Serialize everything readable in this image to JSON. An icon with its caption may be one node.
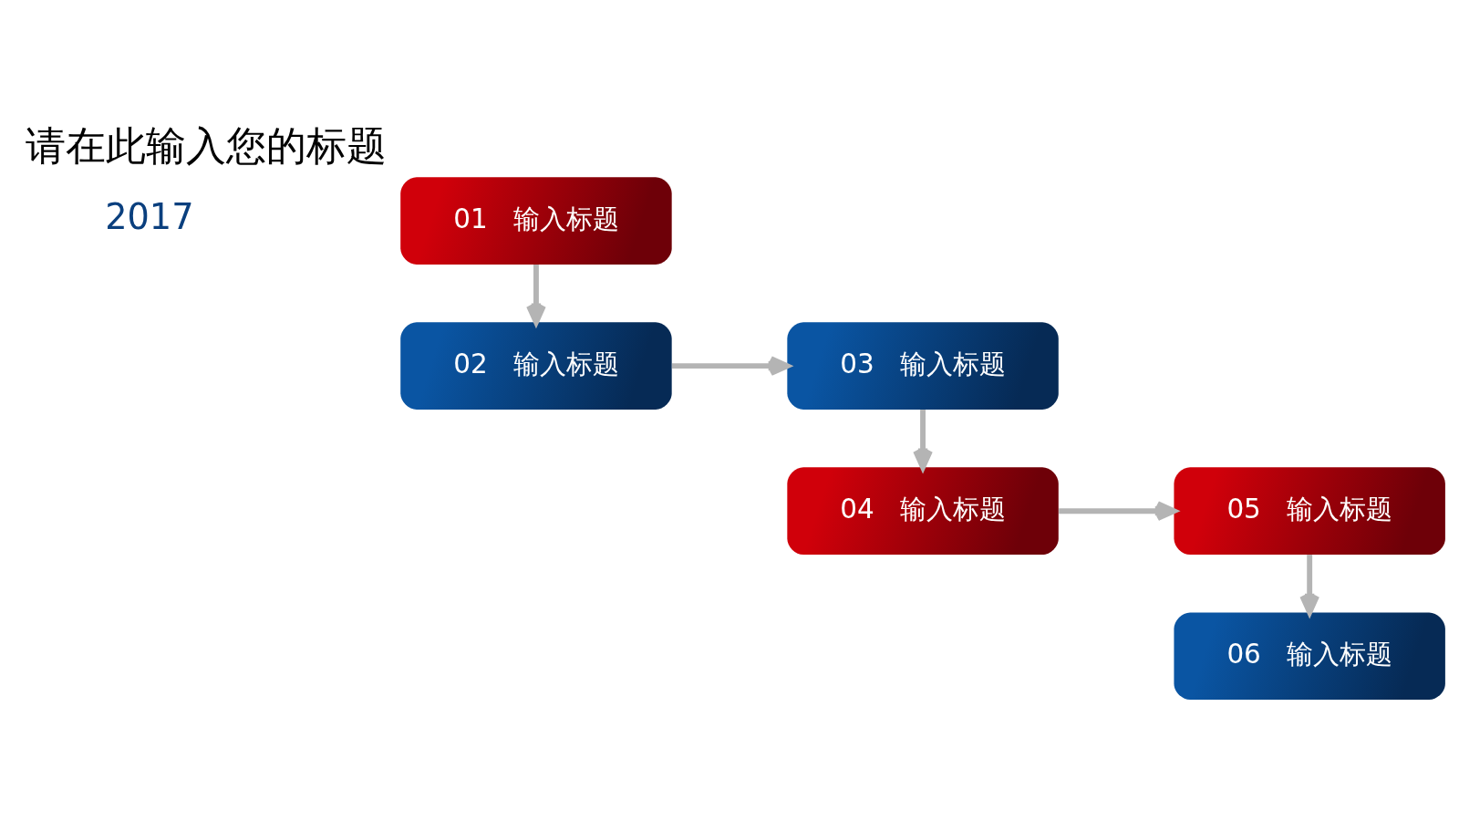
{
  "diagram": {
    "title": "请在此输入您的标题",
    "nodes": [
      {
        "text": [
          "01",
          "输入标题"
        ]
      },
      {
        "text": [
          "02",
          "输入标题"
        ]
      },
      {
        "text": [
          "03",
          "输入标题"
        ]
      },
      {
        "text": [
          "04",
          "输入标题"
        ]
      },
      {
        "text": [
          "05",
          "输入标题"
        ]
      },
      {
        "text": [
          "06",
          "输入标题"
        ]
      }
    ],
    "edges": [
      {
        "from": 0,
        "to": 1,
        "arrow": "to"
      },
      {
        "from": 1,
        "to": 2,
        "arrow": "to"
      },
      {
        "from": 2,
        "to": 3,
        "arrow": "to"
      },
      {
        "from": 3,
        "to": 4,
        "arrow": "to"
      },
      {
        "from": 4,
        "to": 5,
        "arrow": "to"
      }
    ],
    "labels": [
      "2017"
    ]
  }
}
